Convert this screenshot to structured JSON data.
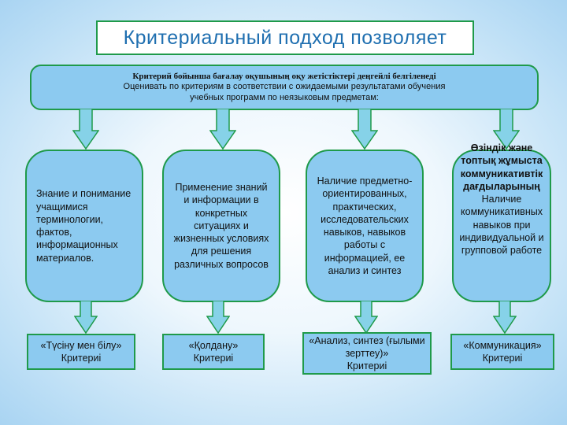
{
  "title": "Критериальный подход позволяет",
  "banner": {
    "line1": "Критерий бойынша бағалау оқушының оқу жетістіктері деңгейлі белгіленеді",
    "line2": "Оценивать по критериям в соответствии с ожидаемыми результатами обучения",
    "line3": "учебных программ по неязыковым предметам:"
  },
  "nodes": [
    {
      "text": "Знание и понимание учащимися терминологии, фактов, информационных материалов."
    },
    {
      "text": "Применение знаний и информации в конкретных ситуациях и жизненных условиях для решения различных вопросов"
    },
    {
      "text": "Наличие предметно-ориентированных, практических, исследовательских навыков, навыков работы с информацией, ее анализ и синтез"
    },
    {
      "bold": "Өзіндік және топтық жұмыста коммуникативтік дағдыларының",
      "text": " Наличие коммуникативных навыков при индивидуальной и групповой работе"
    }
  ],
  "criteria": [
    {
      "l1": "«Түсіну мен білу»",
      "l2": "Критериі"
    },
    {
      "l1": "«Қолдану»",
      "l2": "Критериі"
    },
    {
      "l1": "«Анализ, синтез (ғылыми зерттеу)»",
      "l2": "Критериі"
    },
    {
      "l1": "«Коммуникация»",
      "l2": "Критериі"
    }
  ],
  "colors": {
    "box_fill": "#8ccaf0",
    "border": "#1f9a4a",
    "arrow_fill": "#86d2e8",
    "title_text": "#1f6fb0"
  }
}
